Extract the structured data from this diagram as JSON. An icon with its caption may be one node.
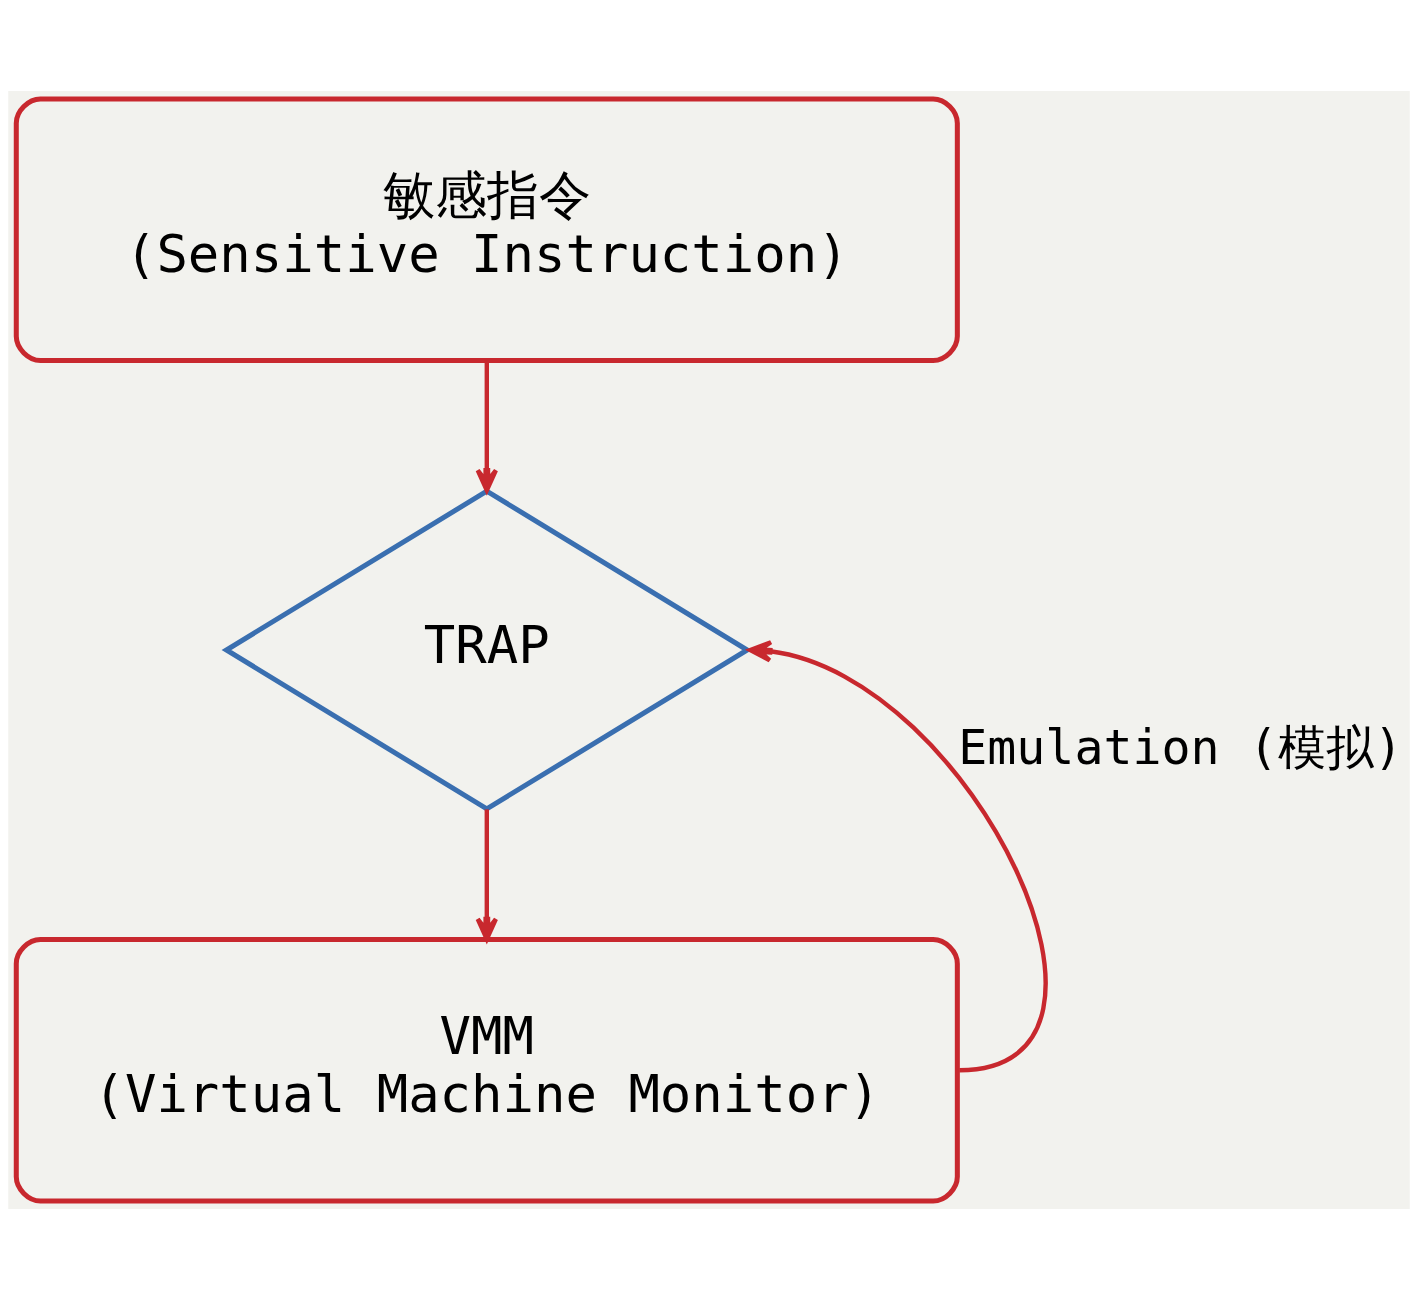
{
  "diagram": {
    "nodes": [
      {
        "text": [
          "敏感指令",
          "(Sensitive Instruction)"
        ]
      },
      {
        "text": [
          "TRAP"
        ]
      },
      {
        "text": [
          "VMM",
          "(Virtual Machine Monitor)"
        ]
      }
    ],
    "edges": [
      {
        "from": 0,
        "to": 1,
        "arrow": "to"
      },
      {
        "from": 1,
        "to": 2,
        "arrow": "to"
      },
      {
        "from": 2,
        "to": 1,
        "arrow": "to",
        "label": "Emulation (模拟)"
      }
    ]
  }
}
